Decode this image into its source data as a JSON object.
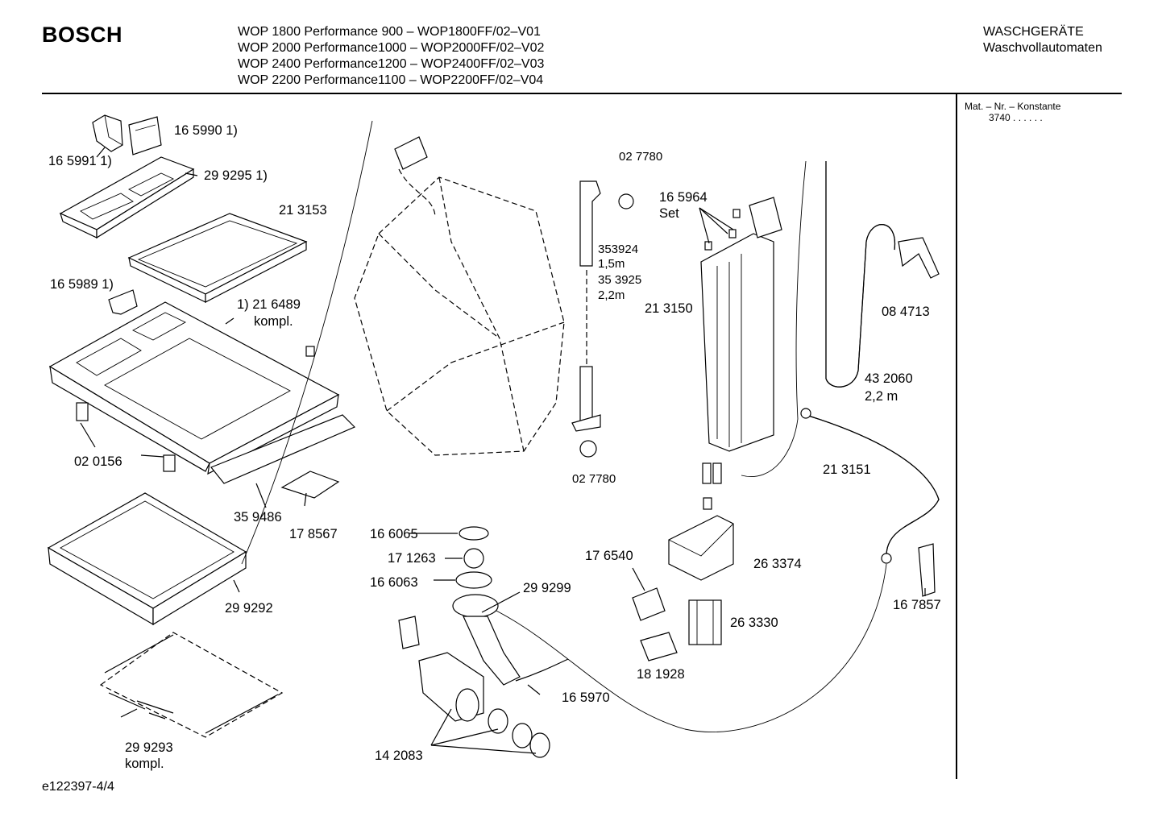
{
  "header": {
    "brand": "BOSCH",
    "models": [
      "WOP 1800 Performance 900 – WOP1800FF/02–V01",
      "WOP 2000 Performance1000 – WOP2000FF/02–V02",
      "WOP 2400 Performance1200 – WOP2400FF/02–V03",
      "WOP 2200 Performance1100 – WOP2200FF/02–V04"
    ],
    "category_line1": "WASCHGERÄTE",
    "category_line2": "Waschvollautomaten"
  },
  "side_panel": {
    "title": "Mat. – Nr. – Konstante",
    "value": "3740  .  .  .  .  .  ."
  },
  "footer": {
    "doc_id": "e122397-4/4"
  },
  "part_labels": [
    {
      "id": "p165990",
      "text": "16 5990 1)"
    },
    {
      "id": "p165991",
      "text": "16 5991 1)"
    },
    {
      "id": "p299295",
      "text": "29 9295 1)"
    },
    {
      "id": "p213153",
      "text": "21 3153"
    },
    {
      "id": "p165989",
      "text": "16 5989 1)"
    },
    {
      "id": "p216489",
      "text": "1) 21 6489"
    },
    {
      "id": "pkompl1",
      "text": "kompl."
    },
    {
      "id": "p020156",
      "text": "02 0156"
    },
    {
      "id": "p359486",
      "text": "35 9486"
    },
    {
      "id": "p178567",
      "text": "17 8567"
    },
    {
      "id": "p299292",
      "text": "29 9292"
    },
    {
      "id": "p299293",
      "text": "29 9293"
    },
    {
      "id": "pkompl2",
      "text": "kompl."
    },
    {
      "id": "p027780a",
      "text": "02 7780"
    },
    {
      "id": "p353924",
      "text": "353924"
    },
    {
      "id": "p15m",
      "text": "1,5m"
    },
    {
      "id": "p353925",
      "text": "35 3925"
    },
    {
      "id": "p22m",
      "text": "2,2m"
    },
    {
      "id": "p027780b",
      "text": "02 7780"
    },
    {
      "id": "p165964",
      "text": "16 5964"
    },
    {
      "id": "pset",
      "text": "Set"
    },
    {
      "id": "p213150",
      "text": "21 3150"
    },
    {
      "id": "p084713",
      "text": "08 4713"
    },
    {
      "id": "p432060",
      "text": "43 2060"
    },
    {
      "id": "p22m2",
      "text": "2,2 m"
    },
    {
      "id": "p213151",
      "text": "21 3151"
    },
    {
      "id": "p166065",
      "text": "16 6065"
    },
    {
      "id": "p171263",
      "text": "17 1263"
    },
    {
      "id": "p166063",
      "text": "16 6063"
    },
    {
      "id": "p299299",
      "text": "29 9299"
    },
    {
      "id": "p176540",
      "text": "17 6540"
    },
    {
      "id": "p263374",
      "text": "26 3374"
    },
    {
      "id": "p263330",
      "text": "26 3330"
    },
    {
      "id": "p181928",
      "text": "18 1928"
    },
    {
      "id": "p165970",
      "text": "16 5970"
    },
    {
      "id": "p142083",
      "text": "14 2083"
    },
    {
      "id": "p167857",
      "text": "16 7857"
    }
  ]
}
